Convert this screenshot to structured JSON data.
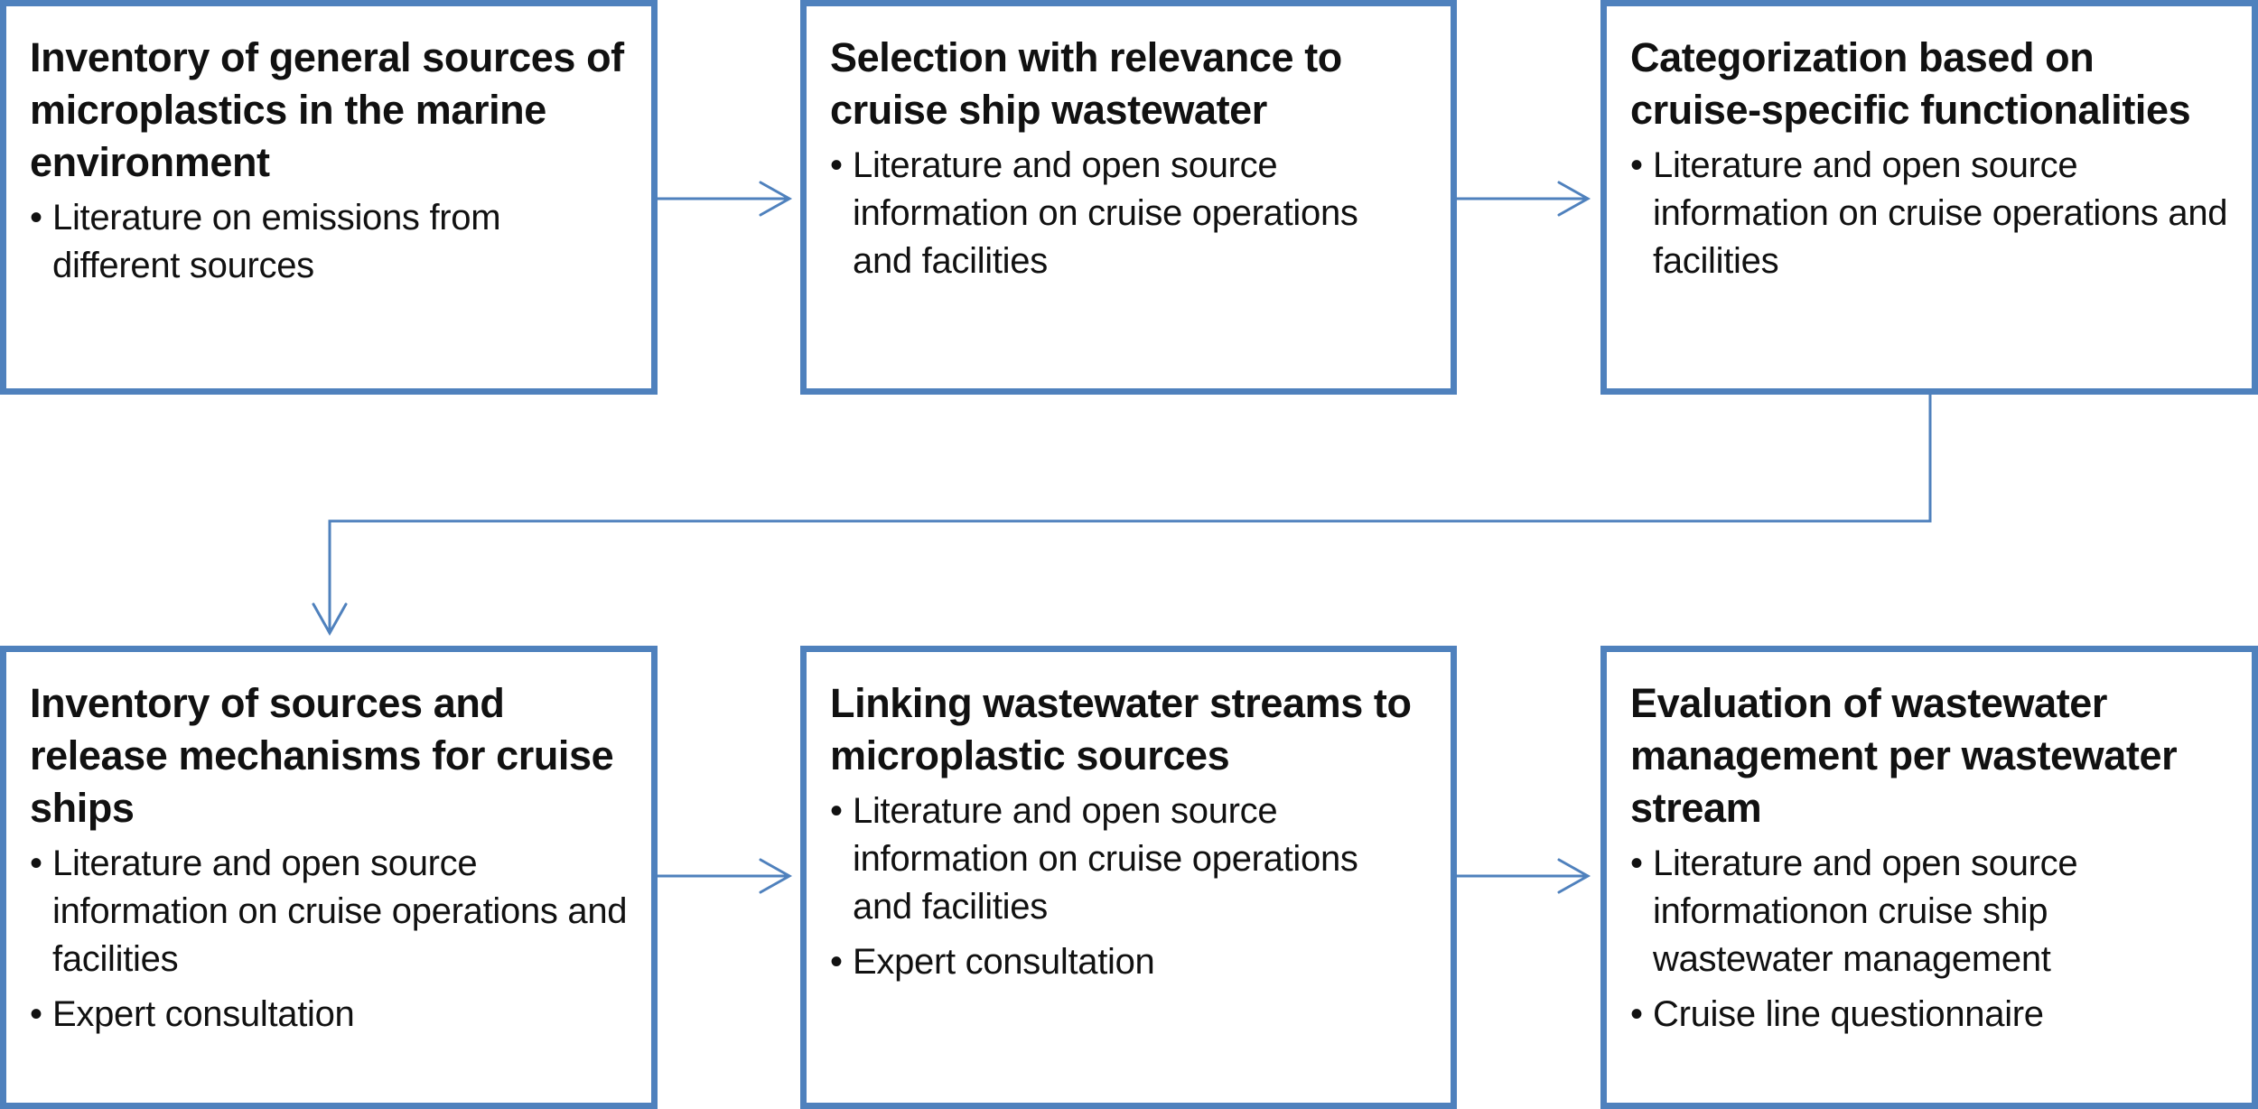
{
  "colors": {
    "border": "#4f81bd",
    "connector": "#4f81bd",
    "text": "#111111",
    "background": "#ffffff"
  },
  "bullet_symbol": "•",
  "boxes": [
    {
      "title": "Inventory of general sources of microplastics in the marine environment",
      "bullets": [
        "Literature on emissions from different sources"
      ]
    },
    {
      "title": "Selection with relevance to cruise ship wastewater",
      "bullets": [
        "Literature and open source information on cruise operations and facilities"
      ]
    },
    {
      "title": "Categorization based on cruise-specific functionalities",
      "bullets": [
        "Literature and open source information on cruise operations and facilities"
      ]
    },
    {
      "title": "Inventory of sources and release mechanisms for cruise ships",
      "bullets": [
        "Literature and open source information on cruise operations and facilities",
        "Expert consultation"
      ]
    },
    {
      "title": "Linking wastewater streams to microplastic sources",
      "bullets": [
        "Literature and open source information on cruise operations and facilities",
        "Expert consultation"
      ]
    },
    {
      "title": "Evaluation of wastewater management per wastewater stream",
      "bullets": [
        "Literature and open source informationon cruise ship wastewater management",
        "Cruise line questionnaire"
      ]
    }
  ]
}
